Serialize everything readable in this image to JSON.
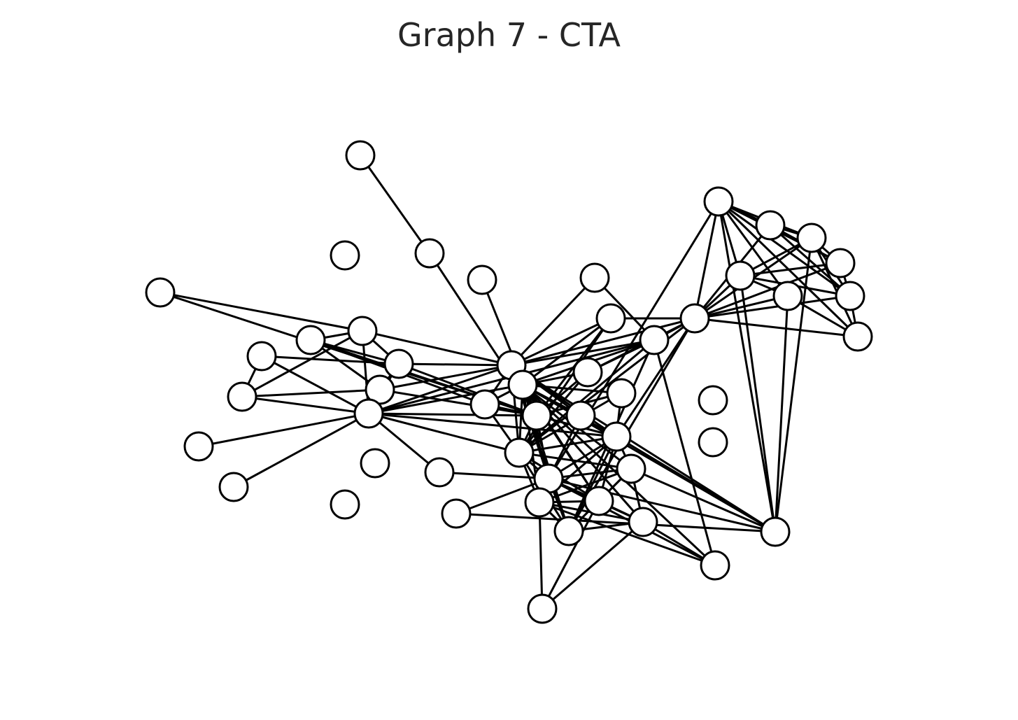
{
  "title": "Graph 7 - CTA",
  "colors": {
    "edge": "#000000",
    "node_fill": "#ffffff",
    "node_stroke": "#000000",
    "title": "#262626"
  },
  "graph": {
    "nodes": [
      {
        "id": "n1"
      },
      {
        "id": "n2"
      },
      {
        "id": "n3"
      },
      {
        "id": "n4"
      },
      {
        "id": "n5"
      },
      {
        "id": "n6"
      },
      {
        "id": "n7"
      },
      {
        "id": "n8"
      },
      {
        "id": "n9"
      },
      {
        "id": "n10"
      },
      {
        "id": "n11"
      },
      {
        "id": "n12"
      },
      {
        "id": "n13"
      },
      {
        "id": "n14"
      },
      {
        "id": "n15"
      },
      {
        "id": "n16"
      },
      {
        "id": "n17"
      },
      {
        "id": "n18"
      },
      {
        "id": "n19"
      },
      {
        "id": "n20"
      },
      {
        "id": "n21"
      },
      {
        "id": "n22"
      },
      {
        "id": "n23"
      },
      {
        "id": "n24"
      },
      {
        "id": "n25"
      },
      {
        "id": "n26"
      },
      {
        "id": "n27"
      },
      {
        "id": "n28"
      },
      {
        "id": "n29"
      },
      {
        "id": "n30"
      },
      {
        "id": "n31"
      },
      {
        "id": "n32"
      },
      {
        "id": "n33"
      },
      {
        "id": "n34"
      },
      {
        "id": "n35"
      },
      {
        "id": "n36"
      },
      {
        "id": "n37"
      },
      {
        "id": "n38"
      },
      {
        "id": "n39"
      },
      {
        "id": "n40"
      },
      {
        "id": "n41"
      },
      {
        "id": "n42"
      },
      {
        "id": "n43"
      },
      {
        "id": "n44"
      },
      {
        "id": "n45"
      },
      {
        "id": "n46"
      },
      {
        "id": "n47"
      },
      {
        "id": "n48"
      },
      {
        "id": "n49"
      },
      {
        "id": "n50"
      }
    ],
    "edges": [
      [
        "n1",
        "n2"
      ],
      [
        "n2",
        "n27"
      ],
      [
        "n4",
        "n27"
      ],
      [
        "n5",
        "n12"
      ],
      [
        "n12",
        "n13"
      ],
      [
        "n12",
        "n6"
      ],
      [
        "n12",
        "n8"
      ],
      [
        "n12",
        "n15"
      ],
      [
        "n12",
        "n23"
      ],
      [
        "n6",
        "n13"
      ],
      [
        "n6",
        "n14"
      ],
      [
        "n6",
        "n27"
      ],
      [
        "n6",
        "n16"
      ],
      [
        "n13",
        "n14"
      ],
      [
        "n13",
        "n15"
      ],
      [
        "n13",
        "n23"
      ],
      [
        "n13",
        "n27"
      ],
      [
        "n13",
        "n7"
      ],
      [
        "n14",
        "n15"
      ],
      [
        "n14",
        "n27"
      ],
      [
        "n14",
        "n23"
      ],
      [
        "n8",
        "n14"
      ],
      [
        "n8",
        "n15"
      ],
      [
        "n8",
        "n7"
      ],
      [
        "n15",
        "n9"
      ],
      [
        "n15",
        "n10"
      ],
      [
        "n15",
        "n23"
      ],
      [
        "n15",
        "n24"
      ],
      [
        "n15",
        "n27"
      ],
      [
        "n15",
        "n28"
      ],
      [
        "n15",
        "n29"
      ],
      [
        "n15",
        "n18"
      ],
      [
        "n7",
        "n15"
      ],
      [
        "n16",
        "n23"
      ],
      [
        "n16",
        "n24"
      ],
      [
        "n16",
        "n28"
      ],
      [
        "n16",
        "n27"
      ],
      [
        "n27",
        "n5"
      ],
      [
        "n27",
        "n29"
      ],
      [
        "n27",
        "n30"
      ],
      [
        "n27",
        "n28"
      ],
      [
        "n27",
        "n22"
      ],
      [
        "n27",
        "n23"
      ],
      [
        "n27",
        "n24"
      ],
      [
        "n27",
        "n25"
      ],
      [
        "n27",
        "n20"
      ],
      [
        "n28",
        "n22"
      ],
      [
        "n28",
        "n23"
      ],
      [
        "n28",
        "n24"
      ],
      [
        "n28",
        "n29"
      ],
      [
        "n28",
        "n25"
      ],
      [
        "n28",
        "n34"
      ],
      [
        "n28",
        "n31"
      ],
      [
        "n28",
        "n32"
      ],
      [
        "n28",
        "n33"
      ],
      [
        "n28",
        "n30"
      ],
      [
        "n28",
        "n20"
      ],
      [
        "n23",
        "n24"
      ],
      [
        "n23",
        "n29"
      ],
      [
        "n23",
        "n30"
      ],
      [
        "n23",
        "n26"
      ],
      [
        "n23",
        "n34"
      ],
      [
        "n23",
        "n33"
      ],
      [
        "n23",
        "n38"
      ],
      [
        "n23",
        "n21"
      ],
      [
        "n24",
        "n29"
      ],
      [
        "n24",
        "n30"
      ],
      [
        "n24",
        "n31"
      ],
      [
        "n24",
        "n32"
      ],
      [
        "n24",
        "n33"
      ],
      [
        "n24",
        "n25"
      ],
      [
        "n24",
        "n34"
      ],
      [
        "n24",
        "n26"
      ],
      [
        "n24",
        "n22"
      ],
      [
        "n24",
        "n20"
      ],
      [
        "n24",
        "n36"
      ],
      [
        "n24",
        "n37"
      ],
      [
        "n24",
        "n38"
      ],
      [
        "n29",
        "n30"
      ],
      [
        "n29",
        "n31"
      ],
      [
        "n29",
        "n32"
      ],
      [
        "n29",
        "n33"
      ],
      [
        "n29",
        "n34"
      ],
      [
        "n29",
        "n20"
      ],
      [
        "n29",
        "n38"
      ],
      [
        "n30",
        "n31"
      ],
      [
        "n30",
        "n32"
      ],
      [
        "n30",
        "n33"
      ],
      [
        "n30",
        "n34"
      ],
      [
        "n30",
        "n36"
      ],
      [
        "n30",
        "n37"
      ],
      [
        "n30",
        "n26"
      ],
      [
        "n30",
        "n18"
      ],
      [
        "n30",
        "n19"
      ],
      [
        "n30",
        "n43"
      ],
      [
        "n31",
        "n32"
      ],
      [
        "n31",
        "n33"
      ],
      [
        "n31",
        "n34"
      ],
      [
        "n31",
        "n38"
      ],
      [
        "n31",
        "n36"
      ],
      [
        "n32",
        "n33"
      ],
      [
        "n32",
        "n34"
      ],
      [
        "n32",
        "n36"
      ],
      [
        "n32",
        "n37"
      ],
      [
        "n32",
        "n35"
      ],
      [
        "n33",
        "n34"
      ],
      [
        "n33",
        "n36"
      ],
      [
        "n34",
        "n36"
      ],
      [
        "n34",
        "n42"
      ],
      [
        "n34",
        "n41"
      ],
      [
        "n33",
        "n35"
      ],
      [
        "n36",
        "n35"
      ],
      [
        "n36",
        "n37"
      ],
      [
        "n37",
        "n41"
      ],
      [
        "n38",
        "n39"
      ],
      [
        "n38",
        "n40"
      ],
      [
        "n38",
        "n43"
      ],
      [
        "n38",
        "n45"
      ],
      [
        "n38",
        "n46"
      ],
      [
        "n38",
        "n47"
      ],
      [
        "n39",
        "n40"
      ],
      [
        "n39",
        "n43"
      ],
      [
        "n39",
        "n48"
      ],
      [
        "n39",
        "n49"
      ],
      [
        "n40",
        "n43"
      ],
      [
        "n40",
        "n44"
      ],
      [
        "n40",
        "n45"
      ],
      [
        "n40",
        "n46"
      ],
      [
        "n40",
        "n47"
      ],
      [
        "n43",
        "n44"
      ],
      [
        "n43",
        "n45"
      ],
      [
        "n43",
        "n46"
      ],
      [
        "n43",
        "n47"
      ],
      [
        "n43",
        "n48"
      ],
      [
        "n43",
        "n49"
      ],
      [
        "n43",
        "n50"
      ],
      [
        "n44",
        "n45"
      ],
      [
        "n44",
        "n48"
      ],
      [
        "n44",
        "n49"
      ],
      [
        "n45",
        "n46"
      ],
      [
        "n45",
        "n48"
      ],
      [
        "n45",
        "n49"
      ],
      [
        "n45",
        "n50"
      ],
      [
        "n46",
        "n47"
      ],
      [
        "n46",
        "n48"
      ],
      [
        "n46",
        "n49"
      ],
      [
        "n48",
        "n49"
      ],
      [
        "n49",
        "n50"
      ],
      [
        "n50",
        "n47"
      ],
      [
        "n38",
        "n30"
      ],
      [
        "n38",
        "n19"
      ]
    ]
  }
}
